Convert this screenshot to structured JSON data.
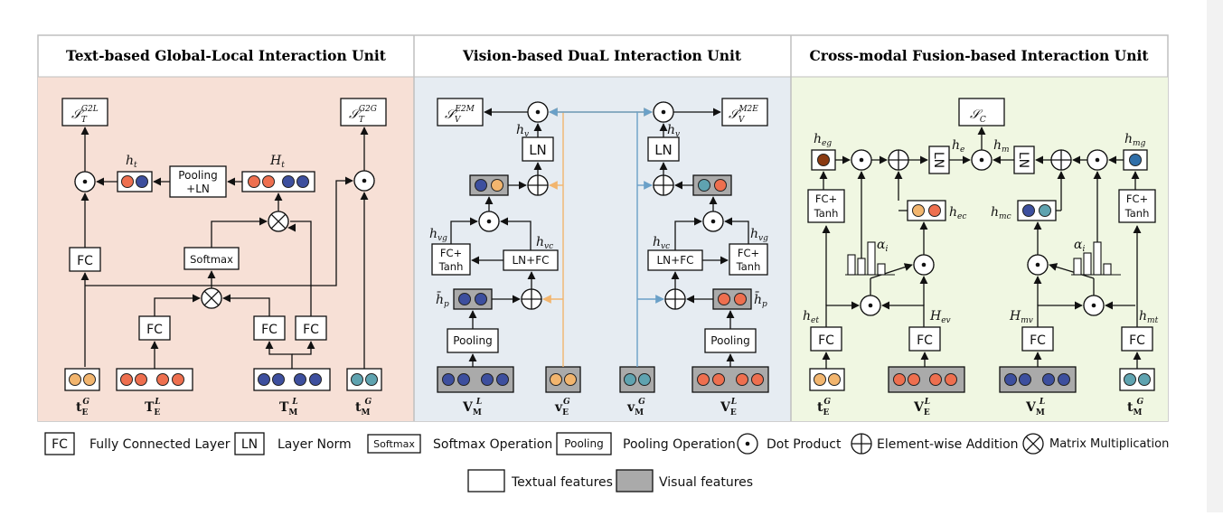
{
  "panels": {
    "text": {
      "title": "Text-based Global-Local Interaction Unit"
    },
    "vision": {
      "title": "Vision-based DuaL Interaction Unit"
    },
    "fusion": {
      "title": "Cross-modal Fusion-based Interaction Unit"
    }
  },
  "text_unit": {
    "s_g2l": "𝒮",
    "s_g2l_sub": "T",
    "s_g2l_sup": "G2L",
    "s_g2g": "𝒮",
    "s_g2g_sub": "T",
    "s_g2g_sup": "G2G",
    "h_t": "h",
    "h_t_sub": "t",
    "H_t": "H",
    "H_t_sub": "t",
    "pooling_ln_1": "Pooling",
    "pooling_ln_2": "+LN",
    "softmax": "Softmax",
    "fc": "FC",
    "in1": "t",
    "in1_sub": "E",
    "in1_sup": "G",
    "in2": "T",
    "in2_sub": "E",
    "in2_sup": "L",
    "in3": "T",
    "in3_sub": "M",
    "in3_sup": "L",
    "in4": "t",
    "in4_sub": "M",
    "in4_sup": "G"
  },
  "vision_unit": {
    "s_e2m": "𝒮",
    "s_e2m_sub": "V",
    "s_e2m_sup": "E2M",
    "s_m2e": "𝒮",
    "s_m2e_sub": "V",
    "s_m2e_sup": "M2E",
    "h_v": "h",
    "h_v_sub": "v",
    "ln": "LN",
    "h_vg": "h",
    "h_vg_sub": "vg",
    "h_vc": "h",
    "h_vc_sub": "vc",
    "fc_tanh_1": "FC+",
    "fc_tanh_2": "Tanh",
    "ln_fc": "LN+FC",
    "h_p": "h̄",
    "h_p_sub": "p",
    "pooling": "Pooling",
    "in1": "V",
    "in1_sub": "M",
    "in1_sup": "L",
    "in2": "v",
    "in2_sub": "E",
    "in2_sup": "G",
    "in3": "v",
    "in3_sub": "M",
    "in3_sup": "G",
    "in4": "V",
    "in4_sub": "E",
    "in4_sup": "L"
  },
  "fusion_unit": {
    "s_c": "𝒮",
    "s_c_sub": "C",
    "h_eg": "h",
    "h_eg_sub": "eg",
    "h_mg": "h",
    "h_mg_sub": "mg",
    "h_e": "h",
    "h_e_sub": "e",
    "h_m": "h",
    "h_m_sub": "m",
    "h_ec": "h",
    "h_ec_sub": "ec",
    "h_mc": "h",
    "h_mc_sub": "mc",
    "alpha": "α",
    "alpha_sub": "i",
    "h_et": "h",
    "h_et_sub": "et",
    "H_ev": "H",
    "H_ev_sub": "ev",
    "H_mv": "H",
    "H_mv_sub": "mv",
    "h_mt": "h",
    "h_mt_sub": "mt",
    "fc": "FC",
    "ln": "LN",
    "fc_tanh_1": "FC+",
    "fc_tanh_2": "Tanh",
    "in1": "t",
    "in1_sub": "E",
    "in1_sup": "G",
    "in2": "V",
    "in2_sub": "E",
    "in2_sup": "L",
    "in3": "V",
    "in3_sub": "M",
    "in3_sup": "L",
    "in4": "t",
    "in4_sub": "M",
    "in4_sup": "G"
  },
  "legend": {
    "fc_box": "FC",
    "fc_label": "Fully Connected Layer",
    "ln_box": "LN",
    "ln_label": "Layer Norm",
    "softmax_box": "Softmax",
    "softmax_label": "Softmax Operation",
    "pooling_box": "Pooling",
    "pooling_label": "Pooling Operation",
    "dot_label": "Dot Product",
    "add_label": "Element-wise Addition",
    "mul_label": "Matrix Multiplication",
    "text_feat_label": "Textual features",
    "vis_feat_label": "Visual features"
  },
  "colors": {
    "panel_text_bg": "#f7e0d6",
    "panel_vision_bg": "#e6ecf2",
    "panel_fusion_bg": "#f0f7e2",
    "text_feature": "#f2b56e",
    "visual_feature": "#ee6f4f",
    "blue_feature": "#3d4f9e",
    "teal_feature": "#5fa3b0",
    "orange_line": "#f2b56e",
    "blue_line": "#6aa0c8"
  }
}
